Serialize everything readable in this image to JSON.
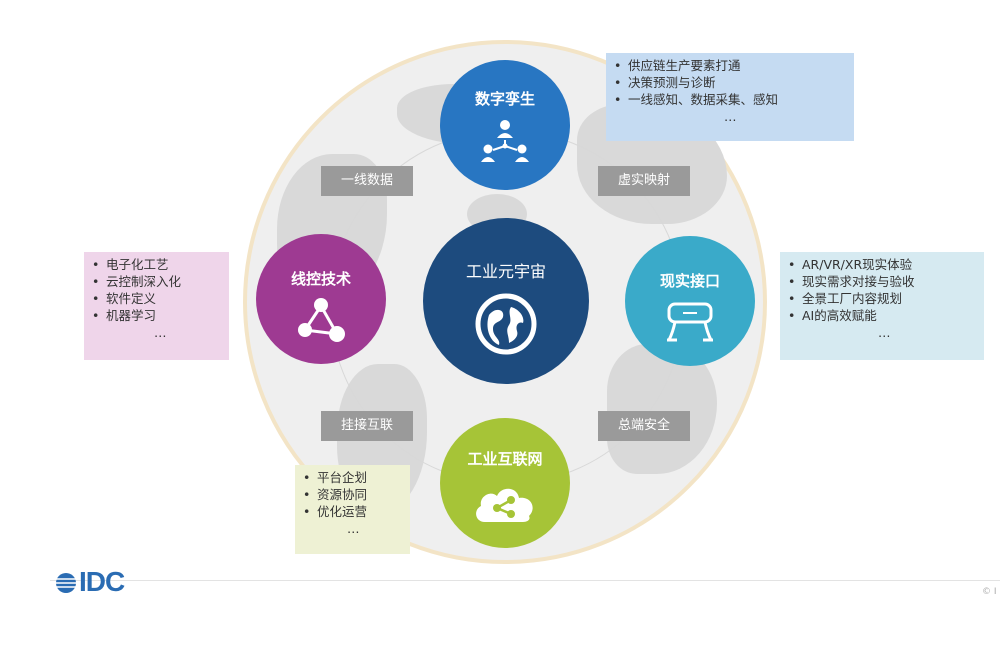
{
  "diagram": {
    "center": {
      "title": "工业元宇宙",
      "icon": "globe-icon"
    },
    "nodes": {
      "top": {
        "title": "数字孪生",
        "icon": "people-network-icon",
        "color": "#2876c2"
      },
      "left": {
        "title": "线控技术",
        "icon": "share-nodes-icon",
        "color": "#9e3a92"
      },
      "right": {
        "title": "现实接口",
        "icon": "vr-headset-icon",
        "color": "#3aaac9"
      },
      "bottom": {
        "title": "工业互联网",
        "icon": "cloud-share-icon",
        "color": "#a6c437"
      }
    },
    "links": {
      "top_left": "一线数据",
      "top_right": "虚实映射",
      "bottom_left": "挂接互联",
      "bottom_right": "总端安全"
    },
    "info": {
      "top": {
        "items": [
          "供应链生产要素打通",
          "决策预测与诊断",
          "一线感知、数据采集、感知"
        ],
        "more": "…"
      },
      "left": {
        "items": [
          "电子化工艺",
          "云控制深入化",
          "软件定义",
          "机器学习"
        ],
        "more": "…"
      },
      "right": {
        "items": [
          "AR/VR/XR现实体验",
          "现实需求对接与验收",
          "全景工厂内容规划",
          "AI的高效赋能"
        ],
        "more": "…"
      },
      "bottom": {
        "items": [
          "平台企划",
          "资源协同",
          "优化运营"
        ],
        "more": "…"
      }
    }
  },
  "footer": {
    "logo_text": "IDC",
    "copyright": "© I"
  }
}
